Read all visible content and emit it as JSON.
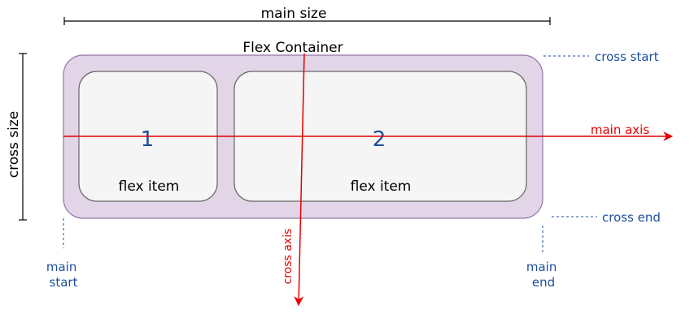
{
  "main_size": {
    "label": "main size"
  },
  "cross_size": {
    "label": "cross size"
  },
  "container": {
    "label": "Flex Container"
  },
  "items": [
    {
      "number": "1",
      "label": "flex item"
    },
    {
      "number": "2",
      "label": "flex item"
    }
  ],
  "axes": {
    "main": "main axis",
    "cross": "cross axis"
  },
  "edges": {
    "cross_start": "cross start",
    "cross_end": "cross end",
    "main_start": [
      "main",
      "start"
    ],
    "main_end": [
      "main",
      "end"
    ]
  },
  "colors": {
    "container_fill": "#e1d5e7",
    "container_stroke": "#9673a6",
    "item_fill": "#f5f5f5",
    "item_stroke": "#666666",
    "axis": "#e60000",
    "edge_label": "#1f4e9c",
    "number": "#1f4e9c"
  }
}
